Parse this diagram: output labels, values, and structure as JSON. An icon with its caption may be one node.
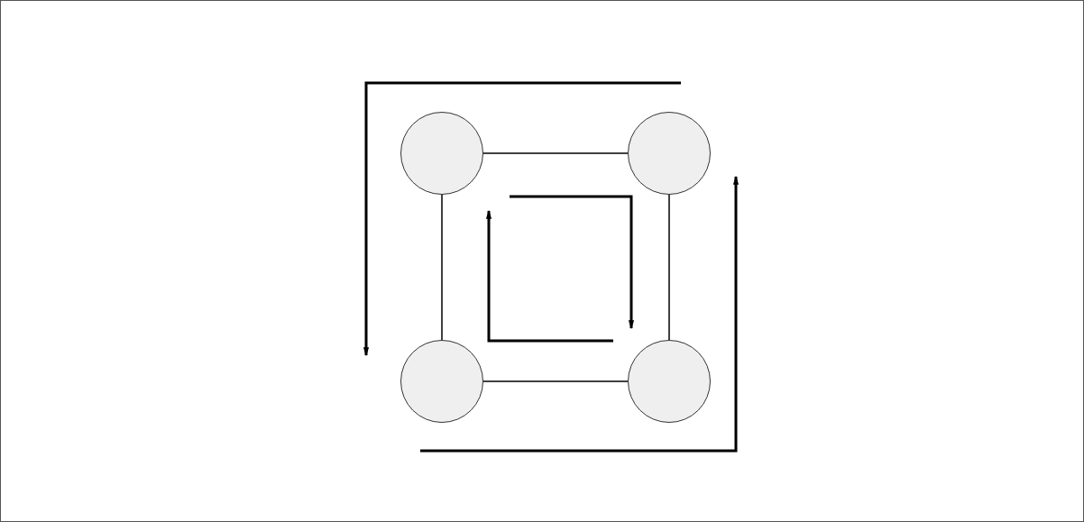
{
  "diagram": {
    "nodes": [
      {
        "text": [],
        "shape": "circle"
      },
      {
        "text": [],
        "shape": "circle"
      },
      {
        "text": [],
        "shape": "circle"
      },
      {
        "text": [],
        "shape": "circle"
      }
    ],
    "edges": [
      {
        "from": 0,
        "to": 1,
        "arrow": "none"
      },
      {
        "from": 0,
        "to": 2,
        "arrow": "none"
      },
      {
        "from": 1,
        "to": 3,
        "arrow": "none"
      },
      {
        "from": 2,
        "to": 3,
        "arrow": "none"
      }
    ]
  }
}
